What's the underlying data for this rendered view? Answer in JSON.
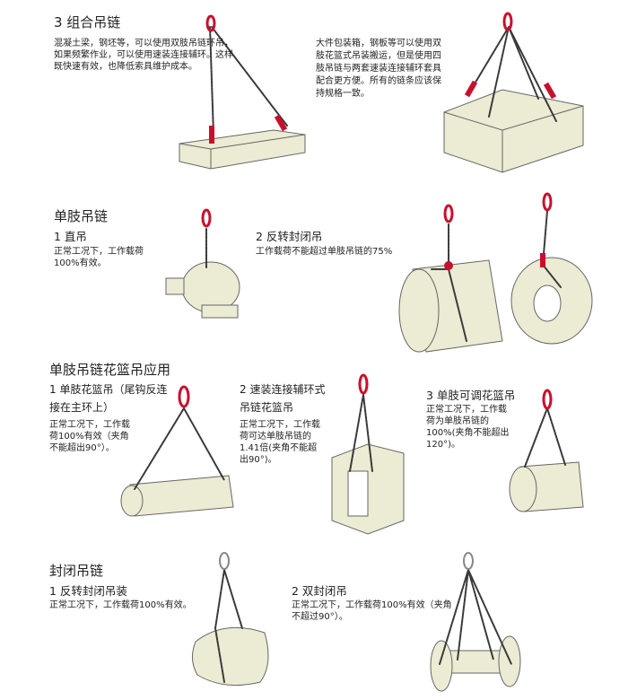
{
  "colors": {
    "chain": "#3a3a3a",
    "link": "#c8102e",
    "load": "#ecebd3",
    "outline": "#555"
  },
  "section_combo": {
    "title": "3 组合吊链",
    "left_text": "混凝土梁，钢坯等，可以使用双肢吊链环吊，如果频繁作业，可以使用速装连接辅环。这样既快速有效，也降低索具维护成本。",
    "right_text": "大件包装箱，钢板等可以使用双肢花篮式吊装搬运，但是使用四肢吊链与两套速装连接辅环套具配合更方便。所有的链条应该保持规格一致。"
  },
  "section_single": {
    "title": "单肢吊链",
    "item1": {
      "title": "1 直吊",
      "text": "正常工况下，工作载荷100%有效。"
    },
    "item2": {
      "title": "2 反转封闭吊",
      "text": "工作载荷不能超过单肢吊链的75%"
    }
  },
  "section_basket": {
    "title": "单肢吊链花篮吊应用",
    "item1": {
      "title": "1 单肢花篮吊（尾钩反连接在主环上）",
      "text": "正常工况下，工作载荷100%有效（夹角不能超出90°）。"
    },
    "item2": {
      "title": "2 速装连接辅环式吊链花篮吊",
      "text": "正常工况下，工作载荷可达单肢吊链的1.41倍(夹角不能超出90°)。"
    },
    "item3": {
      "title": "3 单肢可调花篮吊",
      "text": "正常工况下，工作载荷为单肢吊链的100%(夹角不能超出120°)。"
    }
  },
  "section_choke": {
    "title": "封闭吊链",
    "item1": {
      "title": "1 反转封闭吊装",
      "text": "正常工况下，工作载荷100%有效。"
    },
    "item2": {
      "title": "2 双封闭吊",
      "text": "正常工况下，工作载荷100%有效（夹角不超过90°）。"
    }
  }
}
